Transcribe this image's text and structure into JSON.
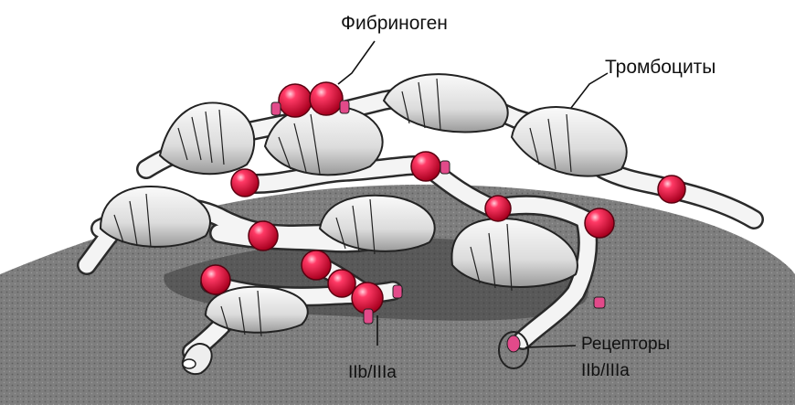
{
  "labels": {
    "fibrinogen": "Фибриноген",
    "platelets": "Тромбоциты",
    "receptors_line1": "Рецепторы",
    "receptors_line2": "IIb/IIIa",
    "integrin": "IIb/IIIa"
  },
  "colors": {
    "fibrinogen_bead": "#e0103c",
    "receptor": "#e24a8a",
    "surface": "#8a8a8a",
    "platelet_fill": "#f2f2f2"
  }
}
